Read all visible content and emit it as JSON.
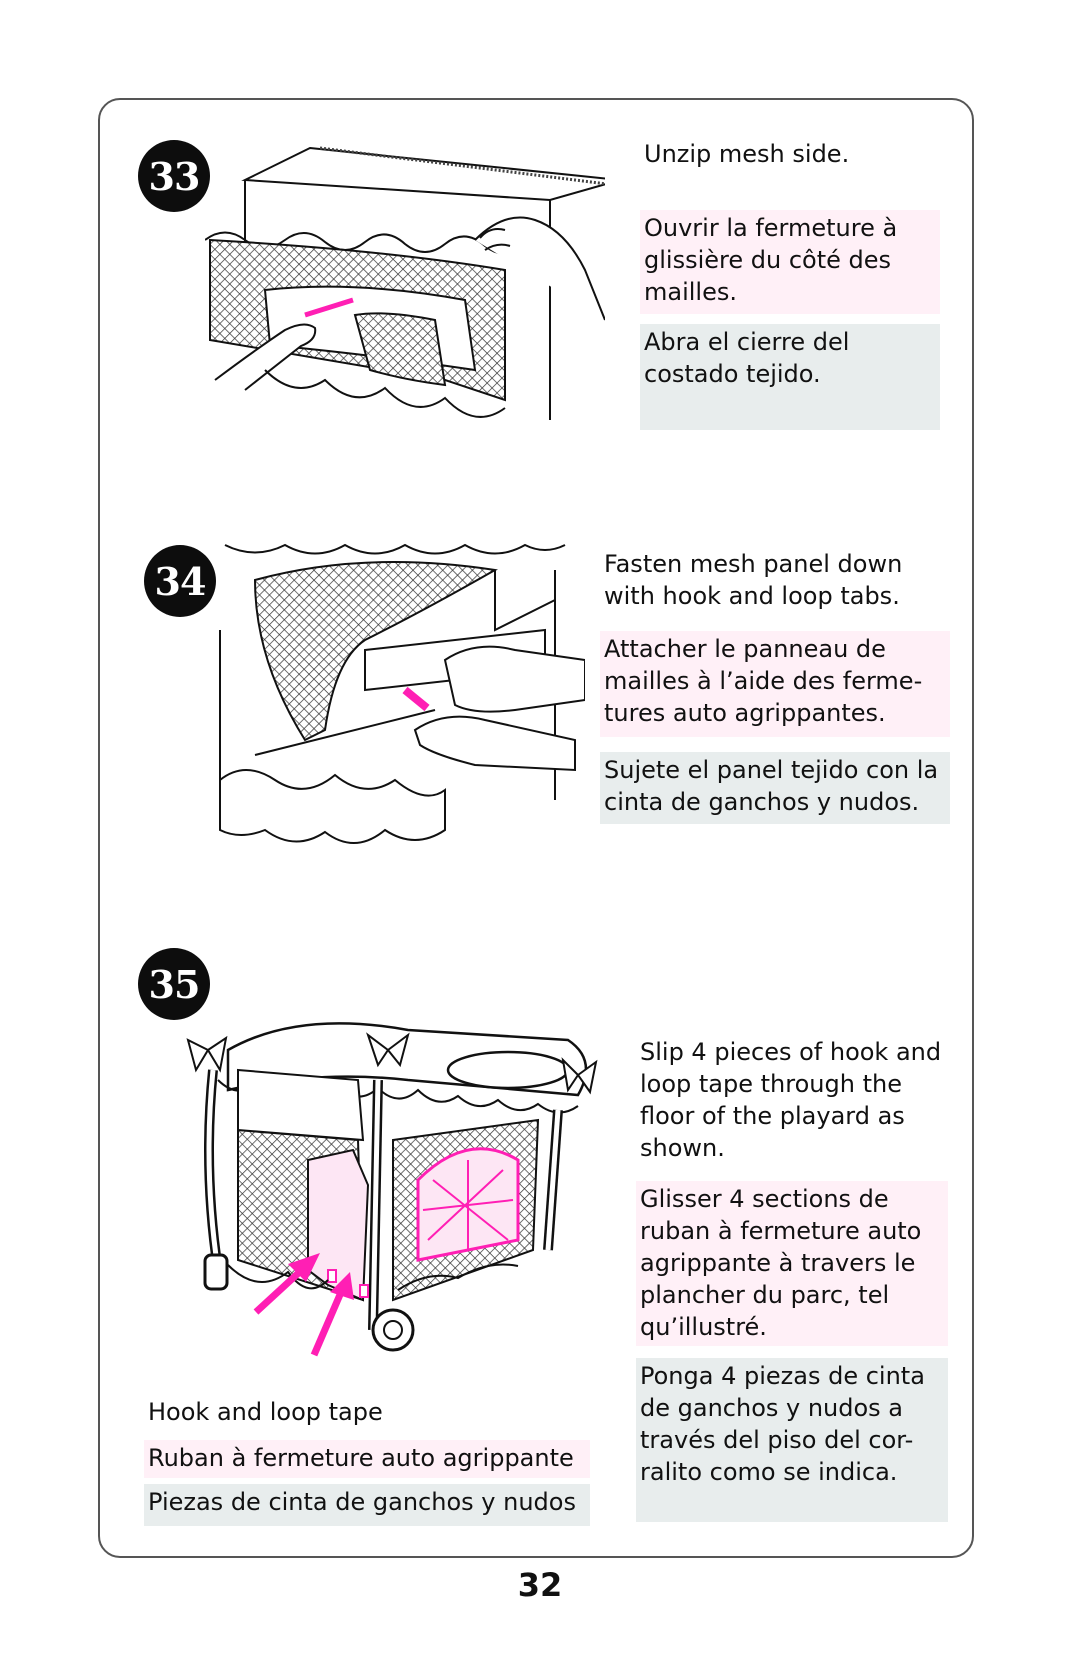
{
  "steps": [
    {
      "number": "33",
      "en": "Unzip mesh side.",
      "fr": "Ouvrir la fermeture à glissière du côté des mailles.",
      "es": "Abra el cierre del costado tejido."
    },
    {
      "number": "34",
      "en": "Fasten mesh panel down with hook and loop tabs.",
      "fr": "Attacher le panneau de mailles à l’aide des ferme-tures auto agrippantes.",
      "es": "Sujete el panel tejido con la cinta de ganchos y nudos."
    },
    {
      "number": "35",
      "en": "Slip 4 pieces of hook and loop tape through the floor of the playard as shown.",
      "fr": "Glisser 4 sections de ruban à fermeture auto agrippante à travers le plancher du parc, tel qu’illustré.",
      "es": "Ponga 4 piezas de cinta de ganchos y nudos a través del piso del cor-ralito como se indica."
    }
  ],
  "callout": {
    "en": "Hook and loop tape",
    "fr": "Ruban à fermeture auto agrippante",
    "es": "Piezas de cinta de ganchos y nudos"
  },
  "page_number": "32",
  "colors": {
    "french_bg": "#fff0f7",
    "spanish_bg": "#e8eded",
    "accent": "#ff1fb4"
  }
}
